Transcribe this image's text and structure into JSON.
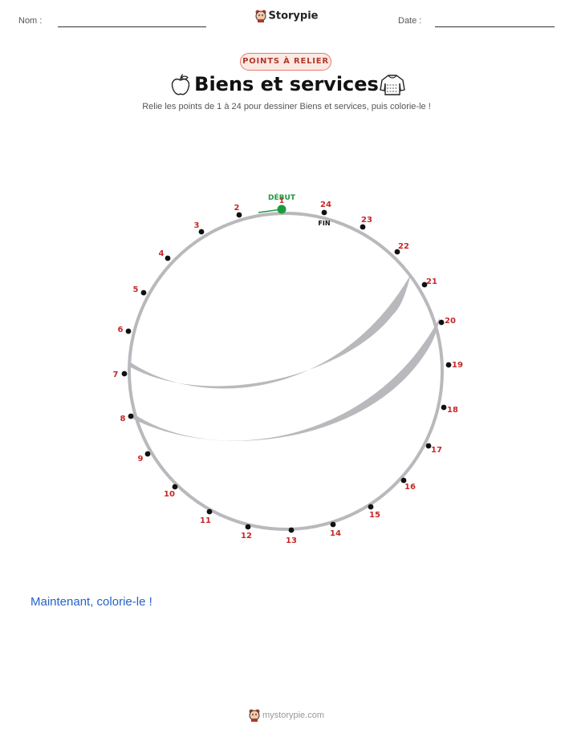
{
  "header": {
    "name_label": "Nom :",
    "date_label": "Date :",
    "brand": "Storypie"
  },
  "badge": "POINTS À RELIER",
  "title": "Biens et services",
  "title_icons": [
    "apple-icon",
    "sweater-icon"
  ],
  "subtitle": "Relie les points de 1 à 24 pour dessiner Biens et services, puis colorie-le !",
  "puzzle": {
    "start_label": "DÉBUT",
    "end_label": "FIN",
    "dot_count": 24,
    "dots": [
      "1",
      "2",
      "3",
      "4",
      "5",
      "6",
      "7",
      "8",
      "9",
      "10",
      "11",
      "12",
      "13",
      "14",
      "15",
      "16",
      "17",
      "18",
      "19",
      "20",
      "21",
      "22",
      "23",
      "24"
    ],
    "colors": {
      "label": "#c62828",
      "start": "#1e9a3e",
      "outline": "#b9b9bd",
      "dot": "#111111"
    }
  },
  "color_prompt": "Maintenant, colorie-le !",
  "footer": {
    "site": "mystorypie.com"
  }
}
